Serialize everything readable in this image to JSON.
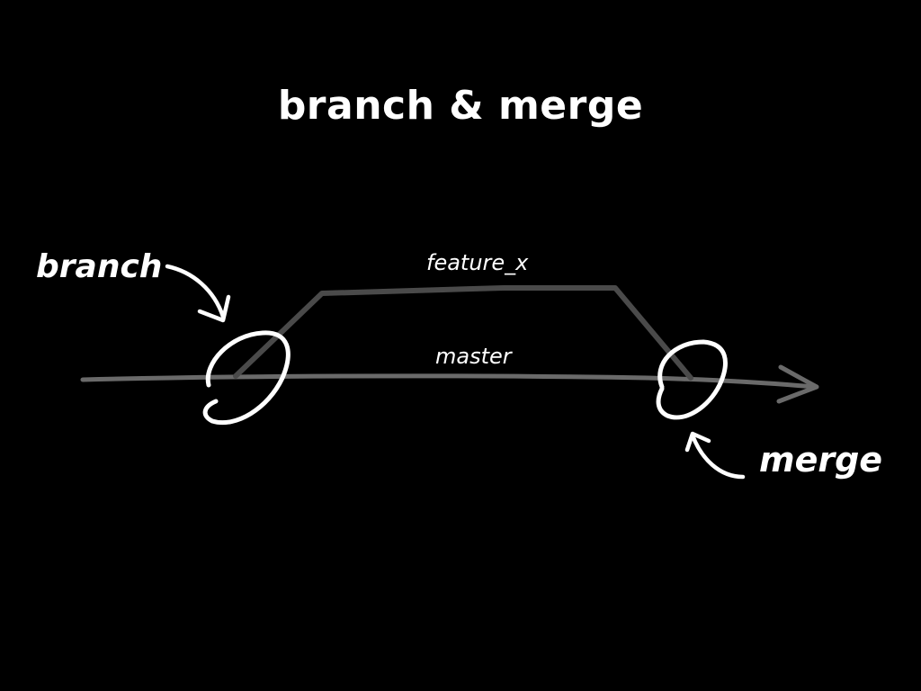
{
  "slide": {
    "title": "branch & merge"
  },
  "diagram": {
    "labels": {
      "branch": "branch",
      "merge": "merge",
      "feature_branch": "feature_x",
      "main_branch": "master"
    }
  },
  "colors": {
    "background": "#000000",
    "foreground": "#ffffff",
    "feature_line": "#4a4a4a",
    "master_line": "#6a6a6a"
  }
}
